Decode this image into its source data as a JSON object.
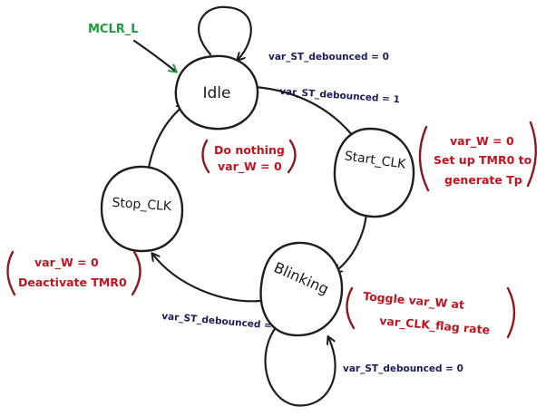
{
  "reset": {
    "label": "MCLR_L"
  },
  "states": {
    "idle": "Idle",
    "start_clk": "Start_CLK",
    "blinking": "Blinking",
    "stop_clk": "Stop_CLK"
  },
  "transitions": {
    "idle_self": "var_ST_debounced = 0",
    "idle_to_start": "var_ST_debounced = 1",
    "blinking_to_stop": "var_ST_debounced = 1",
    "blinking_self": "var_ST_debounced = 0"
  },
  "actions": {
    "idle": [
      "Do nothing",
      "var_W = 0"
    ],
    "start_clk": [
      "var_W = 0",
      "Set up TMR0 to",
      "generate Tp"
    ],
    "stop_clk": [
      "var_W = 0",
      "Deactivate TMR0"
    ],
    "blinking": [
      "Toggle var_W at",
      "var_CLK_flag rate"
    ]
  },
  "colors": {
    "reset_arrow": "#1f9a3c",
    "actions": "#c0141e",
    "transition_labels": "#1c1c5a",
    "outlines": "#1e1e1e"
  }
}
